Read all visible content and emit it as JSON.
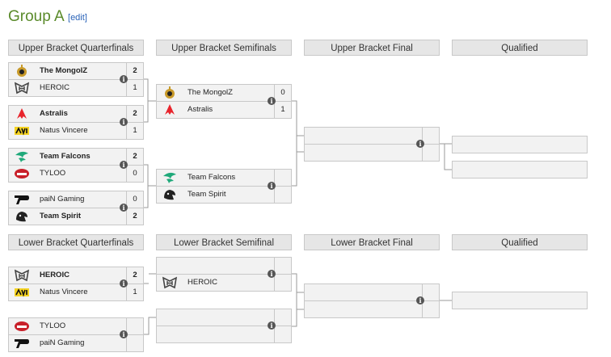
{
  "page": {
    "title": "Group A",
    "edit_label": "edit"
  },
  "headers": {
    "ub_qf": "Upper Bracket Quarterfinals",
    "ub_sf": "Upper Bracket Semifinals",
    "ub_f": "Upper Bracket Final",
    "qualified_top": "Qualified",
    "lb_qf": "Lower Bracket Quarterfinals",
    "lb_sf": "Lower Bracket Semifinal",
    "lb_f": "Lower Bracket Final",
    "qualified_bottom": "Qualified"
  },
  "ubqf": [
    {
      "t1": "The MongolZ",
      "s1": "2",
      "t2": "HEROIC",
      "s2": "1",
      "winner": 1
    },
    {
      "t1": "Astralis",
      "s1": "2",
      "t2": "Natus Vincere",
      "s2": "1",
      "winner": 1
    },
    {
      "t1": "Team Falcons",
      "s1": "2",
      "t2": "TYLOO",
      "s2": "0",
      "winner": 1
    },
    {
      "t1": "paiN Gaming",
      "s1": "0",
      "t2": "Team Spirit",
      "s2": "2",
      "winner": 2
    }
  ],
  "ubsf": [
    {
      "t1": "The MongolZ",
      "s1": "0",
      "t2": "Astralis",
      "s2": "1"
    },
    {
      "t1": "Team Falcons",
      "s1": "",
      "t2": "Team Spirit",
      "s2": ""
    }
  ],
  "lbqf": [
    {
      "t1": "HEROIC",
      "s1": "2",
      "t2": "Natus Vincere",
      "s2": "1",
      "winner": 1
    },
    {
      "t1": "TYLOO",
      "s1": "",
      "t2": "paiN Gaming",
      "s2": ""
    }
  ],
  "lbsf": [
    {
      "t1": "",
      "s1": "",
      "t2": "HEROIC",
      "s2": ""
    },
    {
      "t1": "",
      "s1": "",
      "t2": "",
      "s2": ""
    }
  ],
  "logos": {
    "The MongolZ": "mongolz-logo",
    "HEROIC": "heroic-logo",
    "Astralis": "astralis-logo",
    "Natus Vincere": "navi-logo",
    "Team Falcons": "falcons-logo",
    "TYLOO": "tyloo-logo",
    "paiN Gaming": "pain-logo",
    "Team Spirit": "spirit-logo"
  },
  "colors": {
    "title": "#5a8a2a",
    "link": "#2a63b8",
    "slot_bg": "#f2f2f2",
    "border": "#c8c8c8",
    "astralis": "#e8242c",
    "tyloo": "#c8202a",
    "falcons": "#1fa97a"
  }
}
